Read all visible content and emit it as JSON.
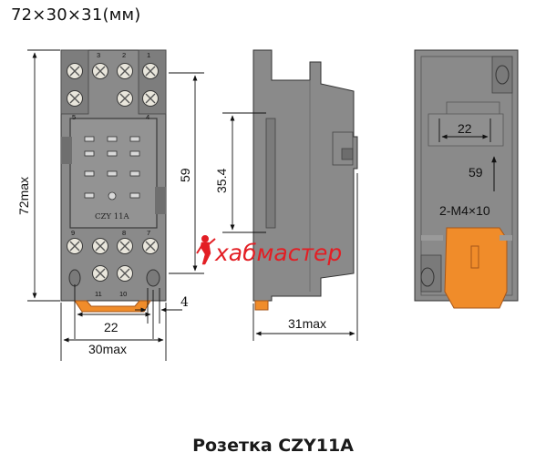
{
  "overall_size": "72×30×31(мм)",
  "caption": "Розетка CZY11A",
  "watermark": "хабмастер",
  "front_view": {
    "model_label": "CZY 11A",
    "terminals_top": [
      "3",
      "2",
      "1"
    ],
    "terminals_mid": [
      "5",
      "4"
    ],
    "terminals_low": [
      "9",
      "8",
      "7"
    ],
    "terminals_bottom": [
      "11",
      "10"
    ],
    "dim_height": "72max",
    "dim_mount": "59",
    "dim_pitch": "22",
    "dim_width": "30max",
    "dim_hole": "4"
  },
  "side_view": {
    "dim_rail": "35.4",
    "dim_depth": "31max"
  },
  "back_view": {
    "dim_pitch": "22",
    "dim_mount": "59",
    "screws": "2-M4×10"
  },
  "colors": {
    "housing": "#8a8a8a",
    "housing_dark": "#5e5e5e",
    "clip": "#f08c2a",
    "watermark": "#e31e24",
    "line": "#111111"
  }
}
